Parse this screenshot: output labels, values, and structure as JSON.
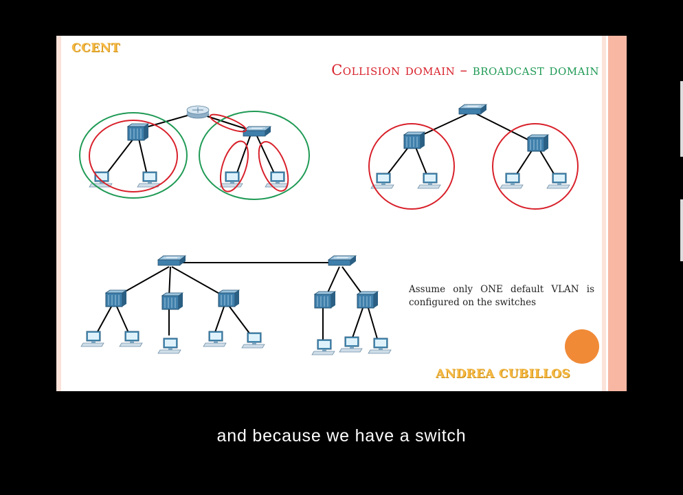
{
  "slide": {
    "brand": "CCENT",
    "title": {
      "collision": "Collision domain",
      "dash": "–",
      "broadcast": "broadcast domain"
    },
    "note": "Assume only ONE default VLAN is configured on the switches",
    "author": "ANDREA CUBILLOS"
  },
  "subtitle": "and because we have a switch",
  "colors": {
    "collision": "#d8202a",
    "broadcast": "#1f9a55",
    "brand": "#f6b943",
    "record_dot": "#f08a37"
  }
}
